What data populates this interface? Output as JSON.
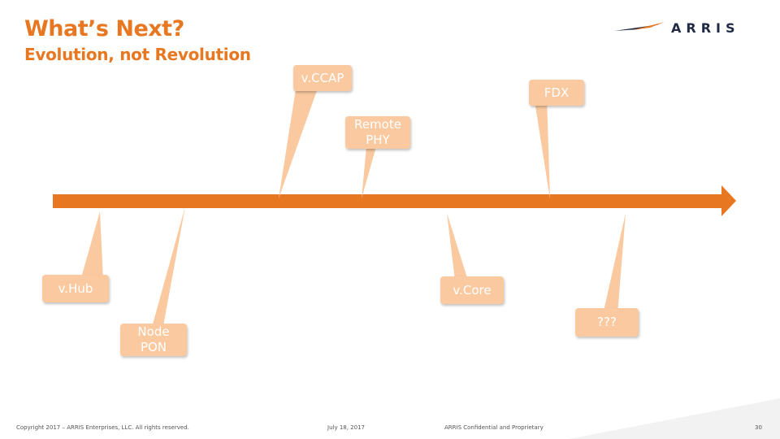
{
  "slide": {
    "title": "What’s Next?",
    "subtitle": "Evolution, not Revolution",
    "logo_text": "ARRIS",
    "page_number": "30"
  },
  "colors": {
    "accent": "#E87722",
    "callout": "#FBC9A0",
    "logo": "#1f2a44"
  },
  "callouts": {
    "vccap": "v.CCAP",
    "fdx": "FDX",
    "remote_phy": "Remote\nPHY",
    "vhub": "v.Hub",
    "vcore": "v.Core",
    "node_pon": "Node\nPON",
    "unknown": "???"
  },
  "footer": {
    "copyright": "Copyright 2017 – ARRIS Enterprises, LLC. All rights reserved.",
    "date": "July 18, 2017",
    "confidential": "ARRIS Confidential and Proprietary"
  }
}
